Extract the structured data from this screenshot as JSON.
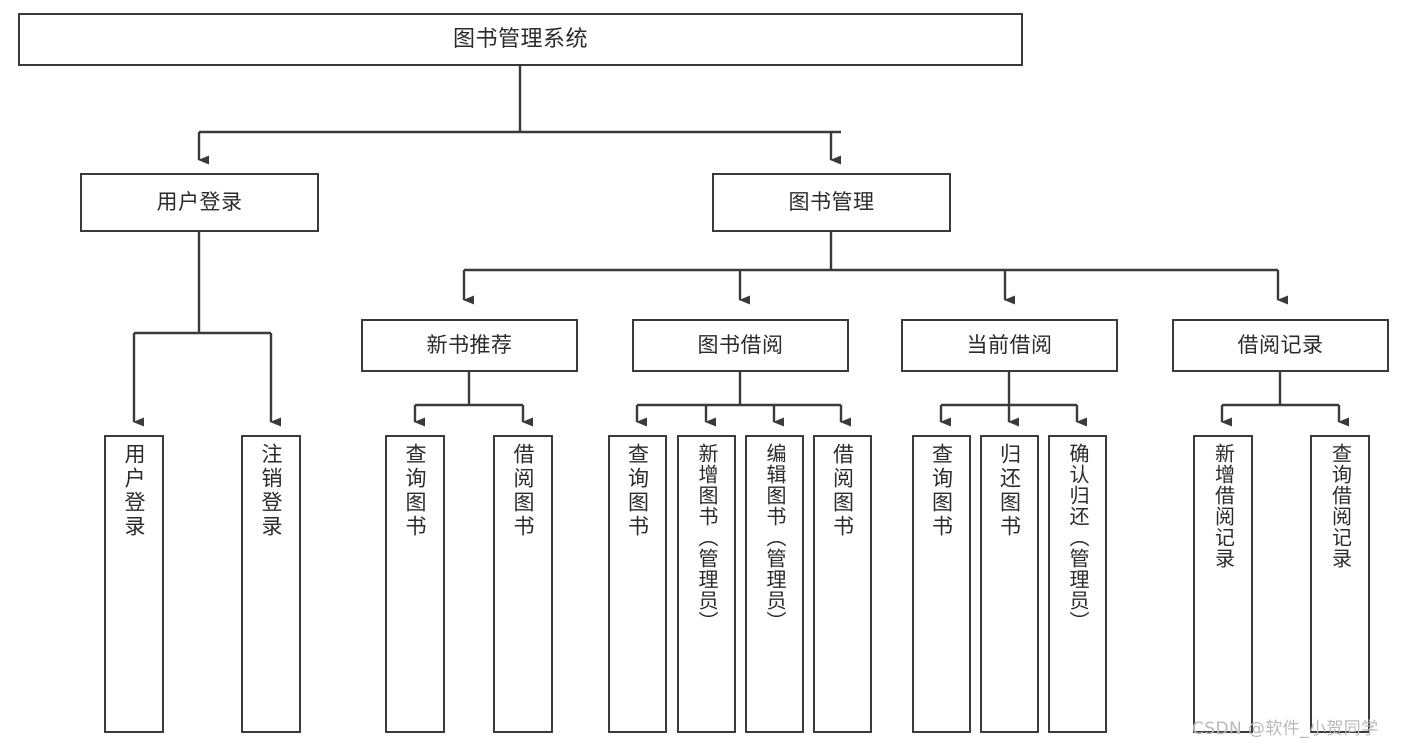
{
  "diagram": {
    "title": "图书管理系统",
    "type": "functional-structure-tree",
    "root": {
      "label": "图书管理系统"
    },
    "level2": [
      {
        "label": "用户登录"
      },
      {
        "label": "图书管理"
      }
    ],
    "level3": [
      {
        "label": "新书推荐"
      },
      {
        "label": "图书借阅"
      },
      {
        "label": "当前借阅"
      },
      {
        "label": "借阅记录"
      }
    ],
    "leaves": {
      "user_login": [
        {
          "label": "用户登录"
        },
        {
          "label": "注销登录"
        }
      ],
      "new_book_recommend": [
        {
          "label": "查询图书"
        },
        {
          "label": "借阅图书"
        }
      ],
      "book_borrow": [
        {
          "label": "查询图书"
        },
        {
          "label": "新增图书（管理员）"
        },
        {
          "label": "编辑图书（管理员）"
        },
        {
          "label": "借阅图书"
        }
      ],
      "current_borrow": [
        {
          "label": "查询图书"
        },
        {
          "label": "归还图书"
        },
        {
          "label": "确认归还（管理员）"
        }
      ],
      "borrow_record": [
        {
          "label": "新增借阅记录"
        },
        {
          "label": "查询借阅记录"
        }
      ]
    }
  },
  "watermark": {
    "text": "CSDN @软件_小贺同学"
  },
  "colors": {
    "box_border": "#3a3a3a",
    "box_fill": "#ffffff",
    "text": "#2b2b2b",
    "edge": "#3a3a3a",
    "watermark": "#b9b9b9",
    "canvas": "#ffffff"
  }
}
